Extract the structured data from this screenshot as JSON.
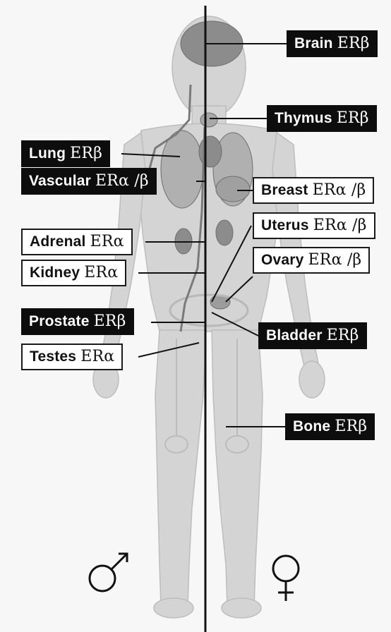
{
  "colors": {
    "background": "#f7f7f7",
    "body_fill": "#d4d4d4",
    "organ_fill": "#8c8c8c",
    "dark_label_bg": "#0d0d0d",
    "light_label_bg": "#ffffff",
    "ink": "#111111"
  },
  "symbols": {
    "male": "male-symbol-icon",
    "female": "female-symbol-icon"
  },
  "labels": {
    "brain": {
      "name": "Brain",
      "receptor": "ERβ",
      "style": "dark"
    },
    "thymus": {
      "name": "Thymus",
      "receptor": "ERβ",
      "style": "dark"
    },
    "lung": {
      "name": "Lung",
      "receptor": "ERβ",
      "style": "dark"
    },
    "vascular": {
      "name": "Vascular",
      "receptor": "ERα /β",
      "style": "dark"
    },
    "breast": {
      "name": "Breast",
      "receptor": "ERα /β",
      "style": "light"
    },
    "adrenal": {
      "name": "Adrenal",
      "receptor": "ERα",
      "style": "light"
    },
    "uterus": {
      "name": "Uterus",
      "receptor": "ERα /β",
      "style": "light"
    },
    "kidney": {
      "name": "Kidney",
      "receptor": "ERα",
      "style": "light"
    },
    "ovary": {
      "name": "Ovary",
      "receptor": "ERα /β",
      "style": "light"
    },
    "prostate": {
      "name": "Prostate",
      "receptor": "ERβ",
      "style": "dark"
    },
    "bladder": {
      "name": "Bladder",
      "receptor": "ERβ",
      "style": "dark"
    },
    "testes": {
      "name": "Testes",
      "receptor": "ERα",
      "style": "light"
    },
    "bone": {
      "name": "Bone",
      "receptor": "ERβ",
      "style": "dark"
    }
  }
}
